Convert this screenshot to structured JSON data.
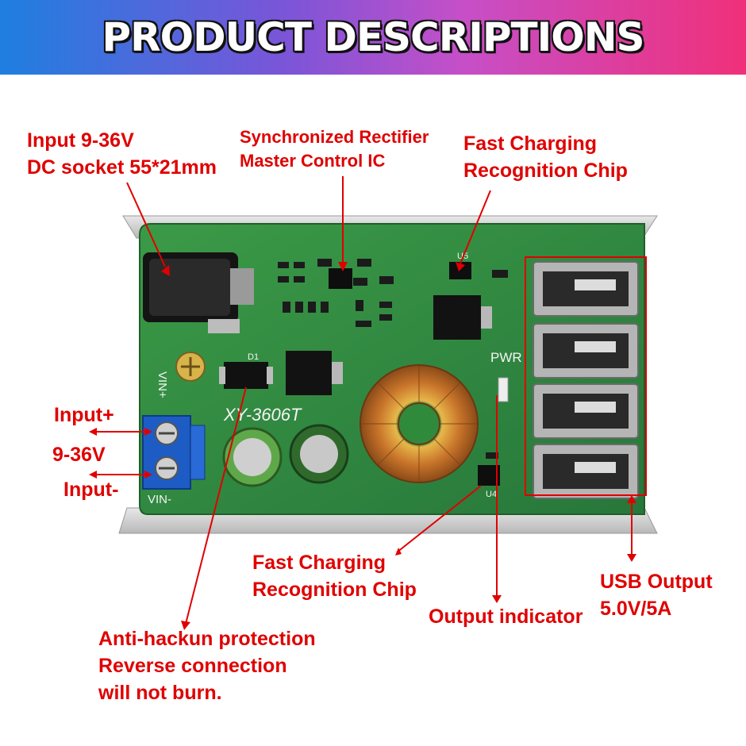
{
  "banner": {
    "title": "PRODUCT DESCRIPTIONS"
  },
  "board": {
    "model": "XY-3606T",
    "pwr": "PWR",
    "vin_plus": "VIN+",
    "vin_minus": "VIN-",
    "d1": "D1",
    "u4": "U4",
    "u5": "U5"
  },
  "labels": {
    "input_socket": [
      "Input 9-36V",
      "DC socket 55*21mm"
    ],
    "sync_rectifier": [
      "Synchronized Rectifier",
      "Master Control IC"
    ],
    "fast_charging_top": [
      "Fast Charging",
      "Recognition Chip"
    ],
    "input_plus": "Input+",
    "input_voltage": "9-36V",
    "input_minus": "Input-",
    "fast_charging_bottom": [
      "Fast Charging",
      "Recognition Chip"
    ],
    "output_indicator": "Output indicator",
    "usb_output": [
      "USB Output",
      "5.0V/5A"
    ],
    "anti_reverse": [
      "Anti-hackun protection",
      "Reverse connection",
      "will not burn."
    ]
  },
  "colors": {
    "label_red": "#e00000",
    "pcb_green": "#2f8a3c",
    "coil_copper": "#c8742a"
  }
}
